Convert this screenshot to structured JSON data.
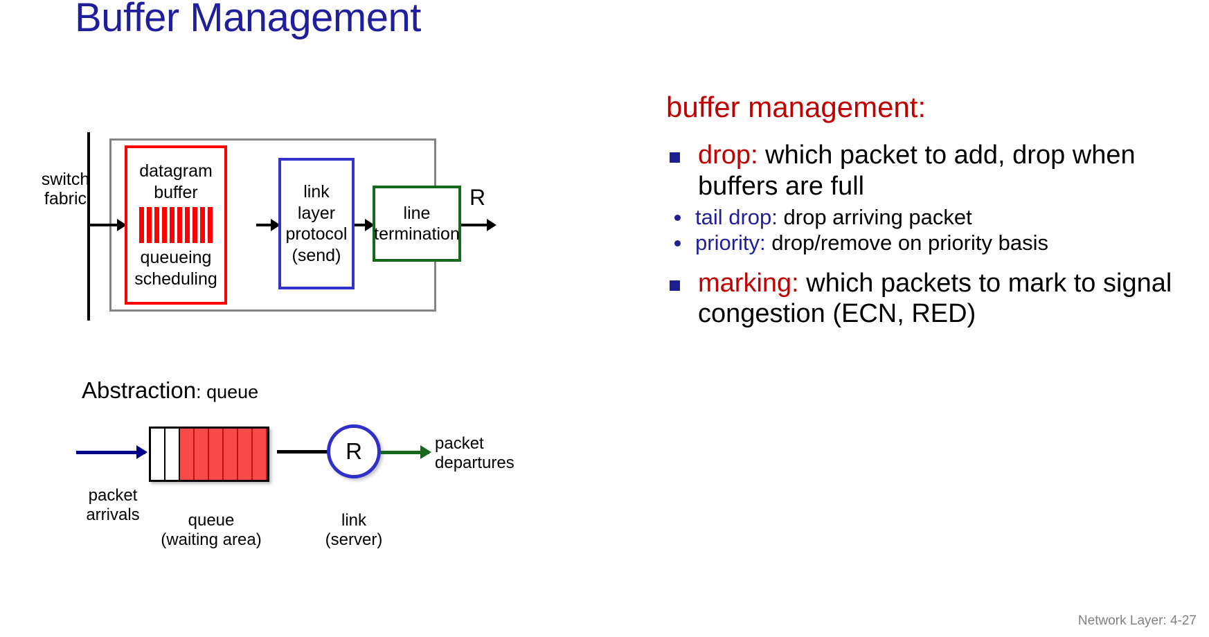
{
  "slide": {
    "title": "Buffer Management",
    "footer": "Network Layer: 4-27"
  },
  "colors": {
    "title_blue": "#1f1f9e",
    "accent_red": "#c00000",
    "bullet_navy": "#1f1f8f",
    "buffer_box_red": "#ff0000",
    "link_layer_blue": "#3333cc",
    "line_term_green": "#14691a",
    "outer_box_gray": "#848484",
    "arrival_arrow_navy": "#00008b",
    "departure_arrow_green": "#15681b",
    "queue_fill_red": "#f94a4a",
    "footer_gray": "#808080"
  },
  "port_diagram": {
    "switch_fabric_label": "switch\nfabric",
    "switch_fabric_line1": "switch",
    "switch_fabric_line2": "fabric",
    "buffer_box": {
      "title_line1": "datagram",
      "title_line2": "buffer",
      "caption_line1": "queueing",
      "caption_line2": "scheduling",
      "bar_count": 10
    },
    "link_layer_box": {
      "line1": "link",
      "line2": "layer",
      "line3": "protocol",
      "line4": "(send)"
    },
    "line_termination_box": {
      "line1": "line",
      "line2": "termination"
    },
    "output_rate_label": "R"
  },
  "abstraction": {
    "heading_main": "Abstraction",
    "heading_sep": ": ",
    "heading_sub": "queue",
    "queue_cells": [
      "empty",
      "empty",
      "full",
      "full",
      "full",
      "full",
      "full",
      "full"
    ],
    "server_label": "R",
    "labels": {
      "arrivals_line1": "packet",
      "arrivals_line2": "arrivals",
      "queue_line1": "queue",
      "queue_line2": "(waiting area)",
      "link_line1": "link",
      "link_line2": "(server)",
      "departures_line1": "packet",
      "departures_line2": "departures"
    }
  },
  "right_panel": {
    "heading": "buffer management:",
    "bullets": [
      {
        "keyword": "drop:",
        "keyword_color": "red",
        "text": " which packet to add, drop when buffers are full",
        "sub_bullets": [
          {
            "keyword": "tail drop:",
            "keyword_color": "blue",
            "text": " drop arriving packet"
          },
          {
            "keyword": "priority:",
            "keyword_color": "blue",
            "text": " drop/remove on priority basis"
          }
        ]
      },
      {
        "keyword": "marking:",
        "keyword_color": "red",
        "text": " which packets to mark to signal congestion (ECN, RED)",
        "sub_bullets": []
      }
    ]
  }
}
